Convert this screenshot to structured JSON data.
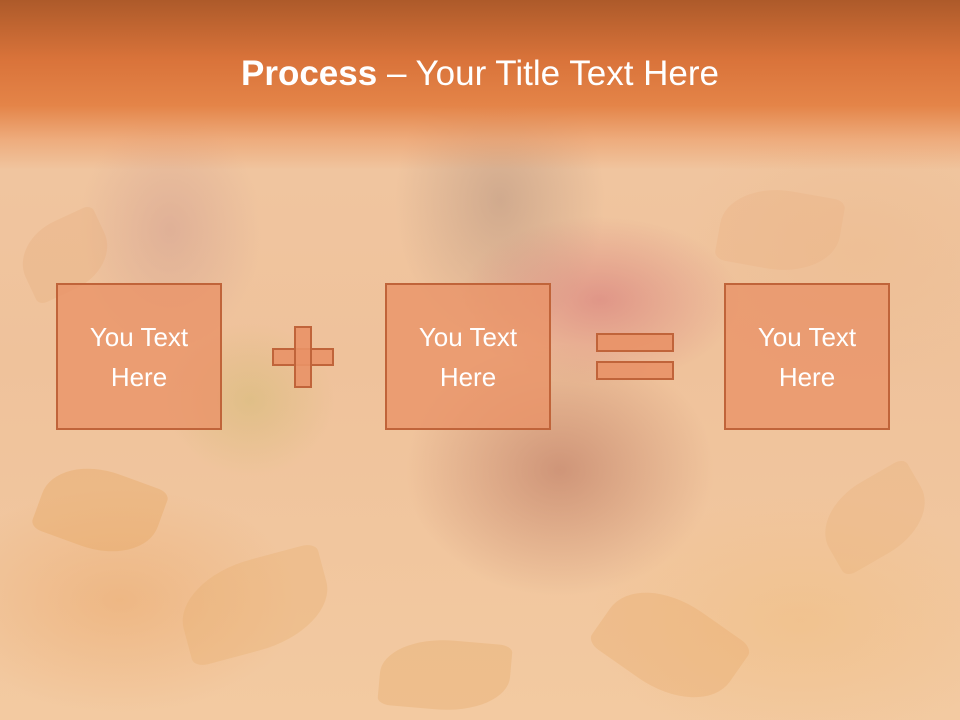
{
  "slide": {
    "title_bold": "Process",
    "title_rest": " – Your Title Text Here"
  },
  "boxes": [
    {
      "text": "You Text\nHere"
    },
    {
      "text": "You Text\nHere"
    },
    {
      "text": "You Text\nHere"
    }
  ],
  "icons": {
    "operator_1": "plus-icon",
    "operator_2": "equals-icon"
  },
  "colors": {
    "title_band": "#e07c40",
    "box_fill": "#e99267",
    "box_border": "#c0643a",
    "text": "#ffffff"
  }
}
